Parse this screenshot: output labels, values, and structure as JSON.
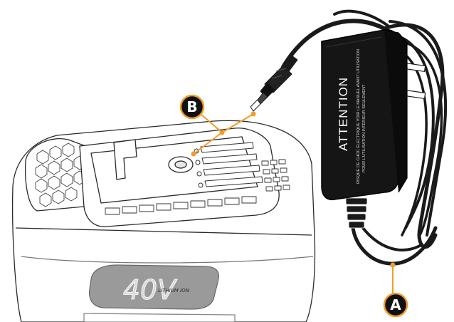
{
  "diagram": {
    "accent_color": "#f39c2a",
    "callouts": [
      {
        "id": "A",
        "label": "A",
        "target": "power-cord"
      },
      {
        "id": "B",
        "label": "B",
        "target": "charger-plug"
      }
    ],
    "battery": {
      "voltage_label": "40V",
      "chemistry_label": "LITHIUM ION"
    },
    "adapter": {
      "title": "ATTENTION",
      "warning_line_1": "RISQUE DE CHOC ÉLECTRIQUE VOIR LE MANUEL AVANT UTILISATION",
      "warning_line_2": "POUR L'UTILISATION INTÉRIEUR SEULEMENT"
    }
  }
}
